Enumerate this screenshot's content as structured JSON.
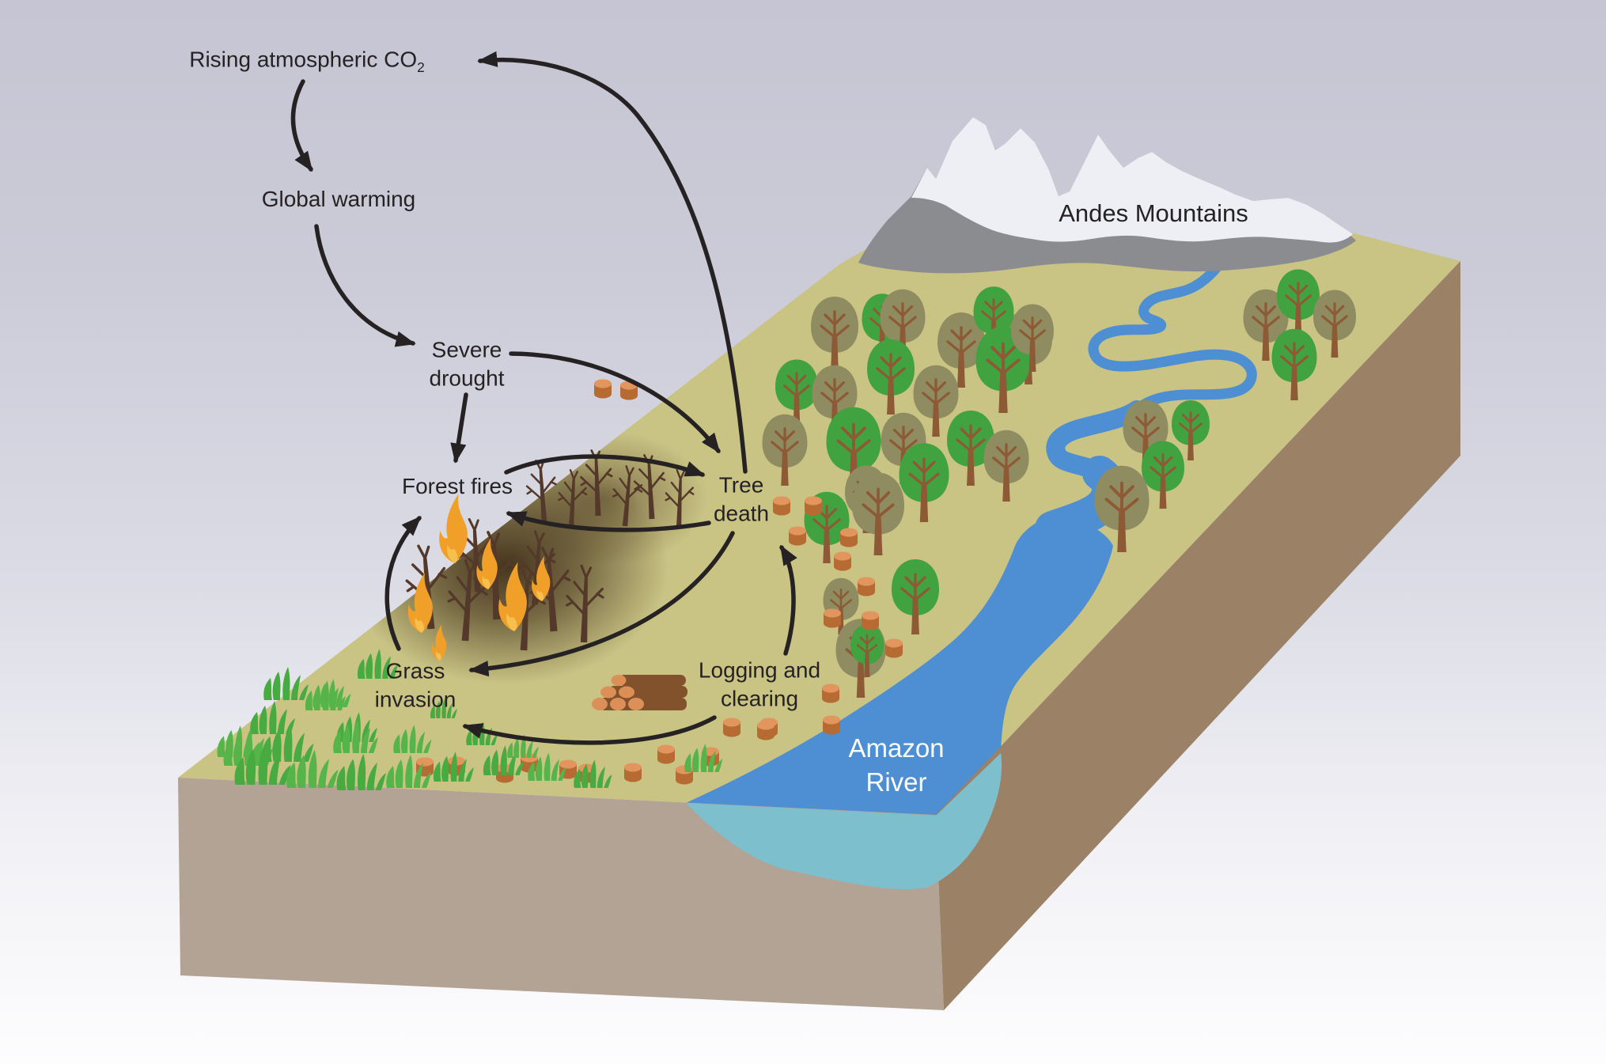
{
  "diagram": {
    "nodes": {
      "rising_co2": {
        "text": "Rising atmospheric CO",
        "sub": "2"
      },
      "global_warming": {
        "text": "Global warming"
      },
      "severe_drought": {
        "line1": "Severe",
        "line2": "drought"
      },
      "forest_fires": {
        "text": "Forest fires"
      },
      "tree_death": {
        "line1": "Tree",
        "line2": "death"
      },
      "grass_invasion": {
        "line1": "Grass",
        "line2": "invasion"
      },
      "logging_clearing": {
        "line1": "Logging and",
        "line2": "clearing"
      }
    },
    "map_labels": {
      "andes": {
        "text": "Andes Mountains"
      },
      "amazon": {
        "line1": "Amazon",
        "line2": "River"
      }
    },
    "edges": [
      {
        "from": "Rising atmospheric CO2",
        "to": "Global warming"
      },
      {
        "from": "Global warming",
        "to": "Severe drought"
      },
      {
        "from": "Severe drought",
        "to": "Forest fires"
      },
      {
        "from": "Severe drought",
        "to": "Tree death"
      },
      {
        "from": "Forest fires",
        "to": "Tree death"
      },
      {
        "from": "Tree death",
        "to": "Forest fires"
      },
      {
        "from": "Tree death",
        "to": "Grass invasion"
      },
      {
        "from": "Grass invasion",
        "to": "Forest fires"
      },
      {
        "from": "Logging and clearing",
        "to": "Grass invasion"
      },
      {
        "from": "Logging and clearing",
        "to": "Tree death"
      },
      {
        "from": "Tree death",
        "to": "Rising atmospheric CO2"
      }
    ],
    "icons": [
      "green-tree-icon",
      "olive-tree-icon",
      "dead-tree-icon",
      "flame-icon",
      "stump-icon",
      "log-pile-icon",
      "grass-tuft-icon",
      "mountain-icon",
      "river-icon"
    ],
    "colors": {
      "sky_top": "#c5c5d3",
      "sky_bottom": "#fdfdfe",
      "terrain_top": "#c9c384",
      "terrain_front": "#b2a394",
      "terrain_side": "#9b8165",
      "river": "#4d8fd2",
      "river_front": "#7ebfcd",
      "mountain_rock": "#8b8c90",
      "mountain_snow": "#edeff4",
      "tree_green": "#41a33f",
      "tree_olive": "#908c62",
      "trunk": "#8e5a36",
      "dead_tree": "#54392a",
      "burn_shadow": "#2f1d0c",
      "stump": "#b66b33",
      "stump_top": "#e2955c",
      "log": "#82522d",
      "log_end": "#dd8f58",
      "flame": "#f0a028",
      "grass": "#48ab41",
      "arrow": "#262223",
      "label_text": "#262223",
      "amazon_label": "#ffffff"
    }
  }
}
